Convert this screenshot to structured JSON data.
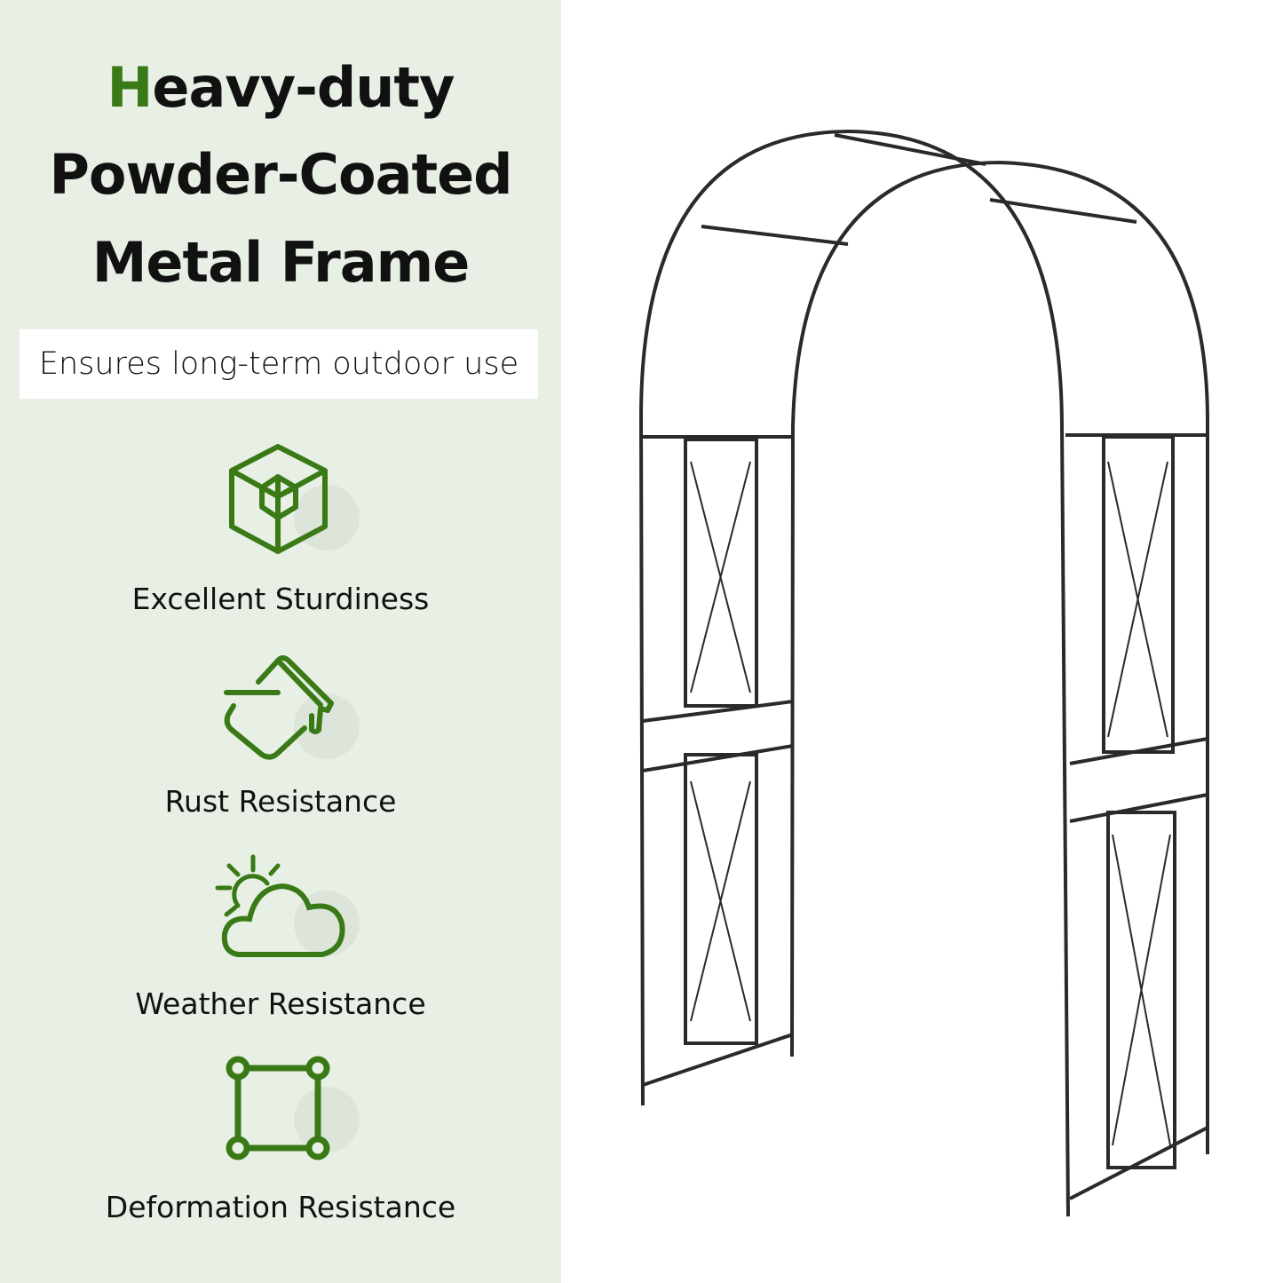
{
  "headline": {
    "accent_letter": "H",
    "line1_rest": "eavy-duty",
    "line2": "Powder-Coated",
    "line3": "Metal Frame"
  },
  "subtitle": "Ensures long-term outdoor use",
  "features": [
    {
      "icon": "cube-icon",
      "label": "Excellent Sturdiness"
    },
    {
      "icon": "paint-bucket-icon",
      "label": "Rust Resistance"
    },
    {
      "icon": "sun-cloud-icon",
      "label": "Weather Resistance"
    },
    {
      "icon": "square-nodes-icon",
      "label": "Deformation Resistance"
    }
  ],
  "colors": {
    "accent": "#3a7a16",
    "panel": "#e8f0e6",
    "frame": "#2a2a2a"
  }
}
